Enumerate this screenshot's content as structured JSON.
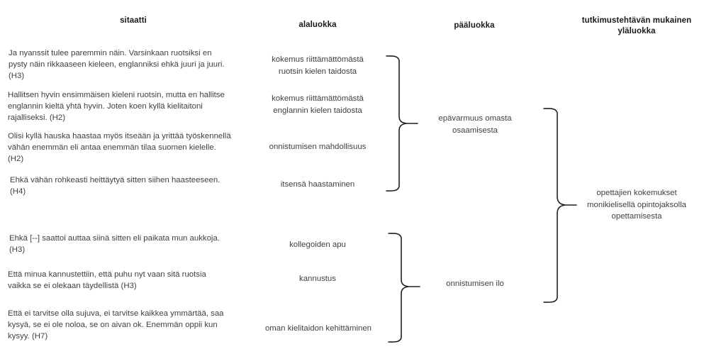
{
  "headers": [
    {
      "id": "sitaatti",
      "label": "sitaatti"
    },
    {
      "id": "alaluokka",
      "label": "alaluokka"
    },
    {
      "id": "paaluokka",
      "label": "pääluokka"
    },
    {
      "id": "ylaluokka",
      "label": "tutkimustehtävän mukainen\nyläluokka"
    }
  ],
  "quotes": [
    {
      "id": "q1",
      "text": "Ja nyanssit tulee paremmin näin. Varsinkaan ruotsiksi en\npysty näin rikkaaseen kieleen, englanniksi ehkä juuri ja juuri.\n(H3)",
      "speaker": "H3"
    },
    {
      "id": "q2",
      "text": "Hallitsen hyvin ensimmäisen kieleni ruotsin, mutta en hallitse\nenglannin kieltä yhtä hyvin. Joten koen kyllä kielitaitoni\nrajalliseksi. (H2)",
      "speaker": "H2"
    },
    {
      "id": "q3",
      "text": "Olisi kyllä hauska haastaa myös itseään ja yrittää työskennellä\nvähän enemmän eli antaa enemmän tilaa suomen kielelle.\n(H2)",
      "speaker": "H2"
    },
    {
      "id": "q4",
      "text": "Ehkä vähän rohkeasti heittäytyä sitten siihen haasteeseen.\n(H4)",
      "speaker": "H4"
    },
    {
      "id": "q5",
      "text": "Ehkä [--] saattoi auttaa siinä sitten eli paikata mun aukkoja.\n(H3)",
      "speaker": "H3"
    },
    {
      "id": "q6",
      "text": "Että minua kannustettiin, että puhu nyt vaan sitä ruotsia\nvaikka se ei olekaan täydellistä (H3)",
      "speaker": "H3"
    },
    {
      "id": "q7",
      "text": "Että ei tarvitse olla sujuva, ei tarvitse kaikkea ymmärtää, saa\nkysyä, se ei ole noloa, se on aivan ok. Enemmän oppii kun\nkysyy. (H7)",
      "speaker": "H7"
    }
  ],
  "subcategories": [
    {
      "id": "s1",
      "text": "kokemus riittämättömästä\nruotsin kielen taidosta"
    },
    {
      "id": "s2",
      "text": "kokemus riittämättömästä\nenglannin kielen taidosta"
    },
    {
      "id": "s3",
      "text": "onnistumisen mahdollisuus"
    },
    {
      "id": "s4",
      "text": "itsensä haastaminen"
    },
    {
      "id": "s5",
      "text": "kollegoiden apu"
    },
    {
      "id": "s6",
      "text": "kannustus"
    },
    {
      "id": "s7",
      "text": "oman kielitaidon kehittäminen"
    }
  ],
  "maincategories": [
    {
      "id": "m1",
      "text": "epävarmuus omasta\nosaamisesta"
    },
    {
      "id": "m2",
      "text": "onnistumisen ilo"
    }
  ],
  "uppercategory": {
    "id": "u1",
    "text": "opettajien kokemukset\nmonikielisellä opintojaksolla\nopettamisesta"
  },
  "colors": {
    "background": "#ffffff",
    "header_text": "#1a1a1a",
    "body_text": "#404040",
    "line": "#1f1f1f"
  }
}
